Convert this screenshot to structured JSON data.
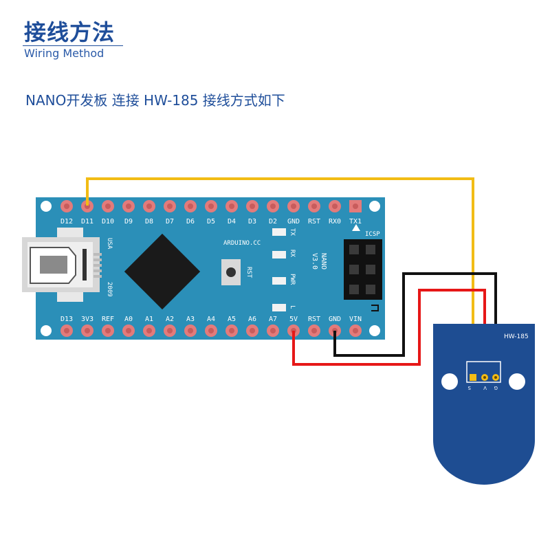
{
  "header": {
    "title": "接线方法",
    "subtitle": "Wiring Method"
  },
  "intro": "NANO开发板 连接 HW-185  接线方式如下",
  "board": {
    "top_pins": [
      "D12",
      "D11",
      "D10",
      "D9",
      "D8",
      "D7",
      "D6",
      "D5",
      "D4",
      "D3",
      "D2",
      "GND",
      "RST",
      "RX0",
      "TX1"
    ],
    "bottom_pins": [
      "D13",
      "3V3",
      "REF",
      "A0",
      "A1",
      "A2",
      "A3",
      "A4",
      "A5",
      "A6",
      "A7",
      "5V",
      "RST",
      "GND",
      "VIN"
    ],
    "silk_arduino": "ARDUINO.CC",
    "silk_usa": "USA",
    "silk_year": "2009",
    "silk_nano": "NANO",
    "silk_version": "V3.0",
    "silk_icsp": "ICSP",
    "leds": [
      "TX",
      "RX",
      "PWR",
      "L"
    ],
    "reset_label": "RST"
  },
  "module": {
    "name": "HW-185",
    "pins": [
      "S",
      "V",
      "G"
    ]
  },
  "colors": {
    "board": "#2b8fb8",
    "module": "#1e4d92",
    "signal_wire": "#f2bc15",
    "power_wire": "#e61717",
    "ground_wire": "#111111"
  }
}
